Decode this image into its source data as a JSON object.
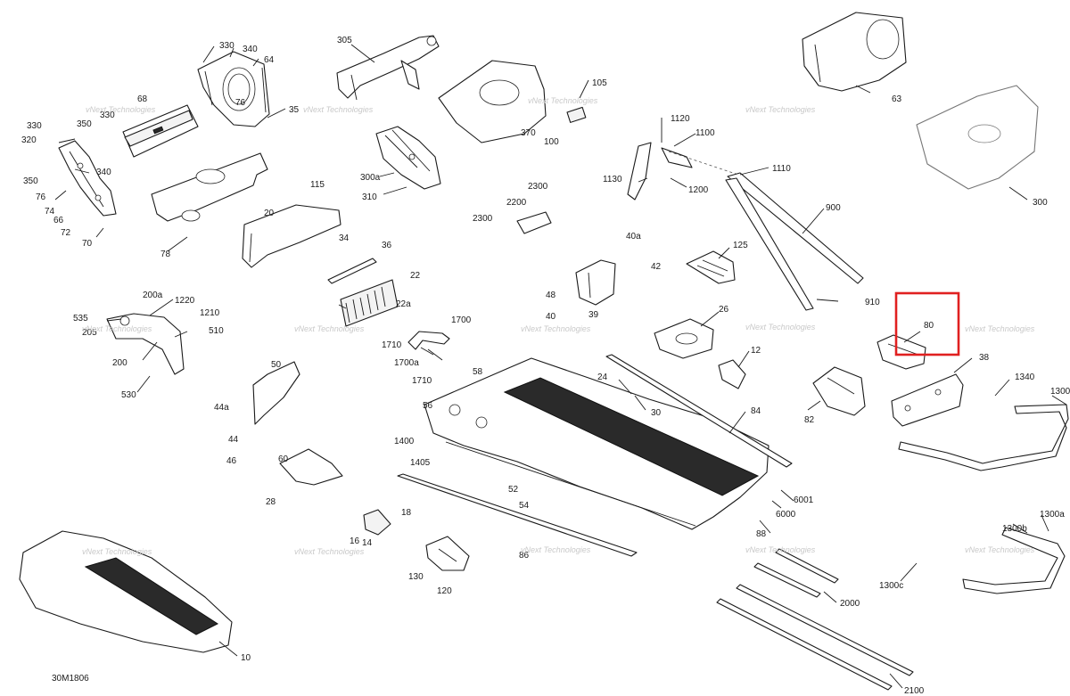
{
  "diagram_code": "30M1806",
  "watermark": "vNext Technologies",
  "highlight_color": "#e02020",
  "highlighted_label": "80",
  "labels": [
    "330",
    "340",
    "64",
    "76",
    "35",
    "68",
    "330",
    "350",
    "330",
    "320",
    "340",
    "350",
    "76",
    "74",
    "66",
    "72",
    "70",
    "78",
    "305",
    "300a",
    "310",
    "105",
    "370",
    "100",
    "1120",
    "1100",
    "1130",
    "1200",
    "1110",
    "63",
    "300",
    "115",
    "20",
    "34",
    "36",
    "22",
    "22a",
    "2300",
    "2200",
    "2300",
    "40a",
    "42",
    "48",
    "40",
    "39",
    "125",
    "900",
    "910",
    "200a",
    "1220",
    "535",
    "205",
    "1210",
    "510",
    "200",
    "530",
    "1700",
    "1710",
    "1700a",
    "1710",
    "26",
    "12",
    "80",
    "38",
    "50",
    "44a",
    "44",
    "46",
    "58",
    "56",
    "24",
    "30",
    "84",
    "82",
    "1340",
    "1300",
    "1400",
    "1405",
    "52",
    "54",
    "6001",
    "6000",
    "88",
    "60",
    "28",
    "18",
    "16",
    "14",
    "86",
    "130",
    "120",
    "1300b",
    "1300a",
    "1300c",
    "2000",
    "2100",
    "10"
  ]
}
